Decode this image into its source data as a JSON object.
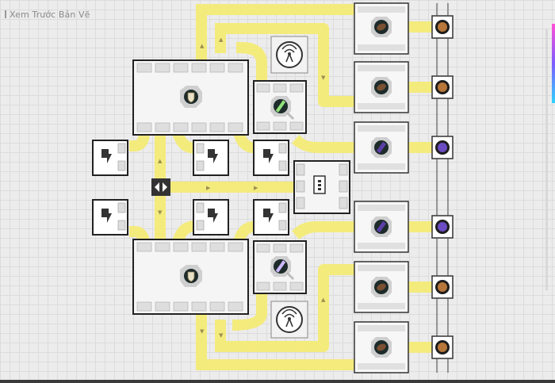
{
  "window": {
    "title": "Xem Trước Bản Vẽ"
  },
  "icons": {
    "assembler": "shield-crest-icon",
    "refiner": "glass-tube-icon",
    "splitter": "lightning-bolt-icon",
    "extractor": "antenna-icon",
    "storage": "chip-icon",
    "miner_orange": "orange-ore-icon",
    "miner_purple": "purple-ore-icon",
    "junction": "arrow-junction-icon"
  },
  "colors": {
    "conveyor": "#f7ee86",
    "conveyor_edge": "#d8d08a",
    "machine_frame": "#2a2a2a",
    "machine_fill": "#f7f7f7",
    "ore_orange": "#b7773a",
    "ore_purple": "#5b3fa6",
    "ore_dark": "#5a3b2a",
    "accent": "#5b4fcf"
  },
  "resources": [
    {
      "row": 1,
      "type": "orange"
    },
    {
      "row": 2,
      "type": "orange"
    },
    {
      "row": 3,
      "type": "purple"
    },
    {
      "row": 4,
      "type": "purple"
    },
    {
      "row": 5,
      "type": "orange"
    },
    {
      "row": 6,
      "type": "orange"
    }
  ]
}
